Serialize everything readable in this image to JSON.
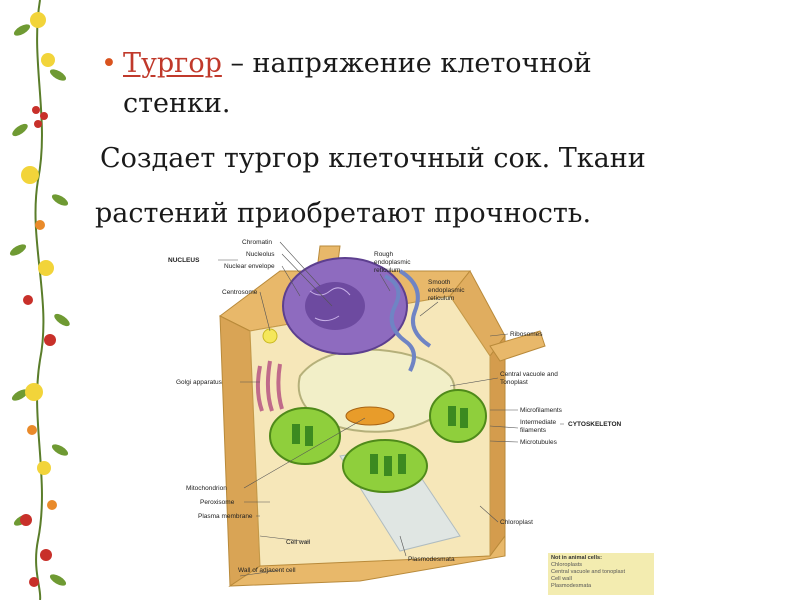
{
  "slide": {
    "term": "Тургор",
    "line1_rest": " – напряжение клеточной",
    "line2": "стенки.",
    "line3": "Создает тургор клеточный сок. Ткани",
    "line4": "растений приобретают прочность."
  },
  "diagram": {
    "labels_left": {
      "nucleus": "NUCLEUS",
      "chromatin": "Chromatin",
      "nucleolus": "Nucleolus",
      "nuclear_envelope": "Nuclear envelope",
      "centrosome": "Centrosome",
      "golgi": "Golgi apparatus",
      "mitochondrion": "Mitochondrion",
      "peroxisome": "Peroxisome",
      "plasma_membrane": "Plasma membrane",
      "cell_wall": "Cell wall",
      "wall_adjacent_1": "Wall of adjacent cell"
    },
    "labels_top": {
      "rough_er_1": "Rough",
      "rough_er_2": "endoplasmic",
      "rough_er_3": "reticulum",
      "smooth_er_1": "Smooth",
      "smooth_er_2": "endoplasmic",
      "smooth_er_3": "reticulum"
    },
    "labels_right": {
      "ribosomes": "Ribosomes",
      "central_vacuole_1": "Central vacuole and",
      "central_vacuole_2": "Tonoplast",
      "microfilaments": "Microfilaments",
      "intermediate_1": "Intermediate",
      "intermediate_2": "filaments",
      "microtubules": "Microtubules",
      "cytoskeleton": "CYTOSKELETON",
      "chloroplast": "Chloroplast",
      "plasmodesmata": "Plasmodesmata"
    },
    "note": {
      "title": "Not in animal cells:",
      "items": [
        "Chloroplasts",
        "Central vacuole and tonoplast",
        "Cell wall",
        "Plasmodesmata"
      ]
    }
  }
}
